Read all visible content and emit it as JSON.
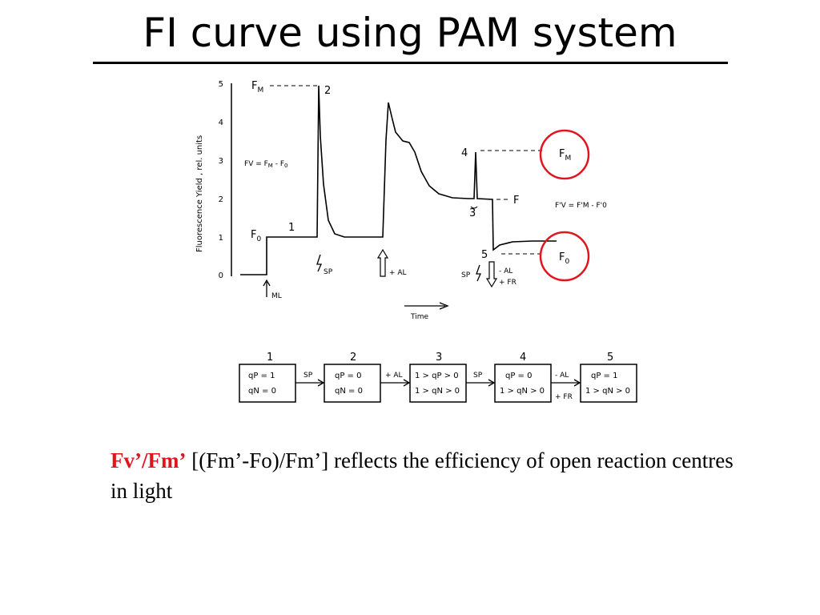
{
  "title": "FI curve using PAM system",
  "axis": {
    "ylabel": "Fluorescence Yield , rel. units",
    "yticks": [
      "0",
      "1",
      "2",
      "3",
      "4",
      "5"
    ],
    "xlabel": "Time"
  },
  "trace_labels": {
    "fm": "F",
    "fm_sub": "M",
    "fo": "F",
    "fo_sub": "0",
    "fv_eq": "F",
    "fv_eq_rest": "V = F",
    "fv_eq_m": "M",
    "fv_eq_minus": " - F",
    "fv_eq_0": "0",
    "fm_prime": "F",
    "fm_prime_sub": "M",
    "fo_prime": "F",
    "fo_prime_sub": "0",
    "f": "F",
    "fv_prime_eq": "F'V = F'M - F'0",
    "points": [
      "1",
      "2",
      "3",
      "4",
      "5"
    ]
  },
  "events": {
    "ml": "ML",
    "sp1": "SP",
    "al": "+ AL",
    "sp2": "SP",
    "minus_al": "- AL",
    "plus_fr": "+ FR"
  },
  "states": [
    {
      "num": "1",
      "line1": "qP = 1",
      "line2": "qN = 0"
    },
    {
      "num": "2",
      "line1": "qP = 0",
      "line2": "qN = 0"
    },
    {
      "num": "3",
      "line1": "1 > qP > 0",
      "line2": "1 > qN > 0"
    },
    {
      "num": "4",
      "line1": "qP = 0",
      "line2": "1 > qN > 0"
    },
    {
      "num": "5",
      "line1": "qP = 1",
      "line2": "1 > qN > 0"
    }
  ],
  "transitions": [
    "SP",
    "+ AL",
    "SP",
    "- AL",
    "+ FR"
  ],
  "caption": {
    "highlight": "Fv’/Fm’",
    "text": " [(Fm’-Fo)/Fm’] reflects the efficiency of open reaction centres in light"
  },
  "colors": {
    "highlight": "#e0161e",
    "circle": "#e0161e",
    "ink": "#000000"
  }
}
